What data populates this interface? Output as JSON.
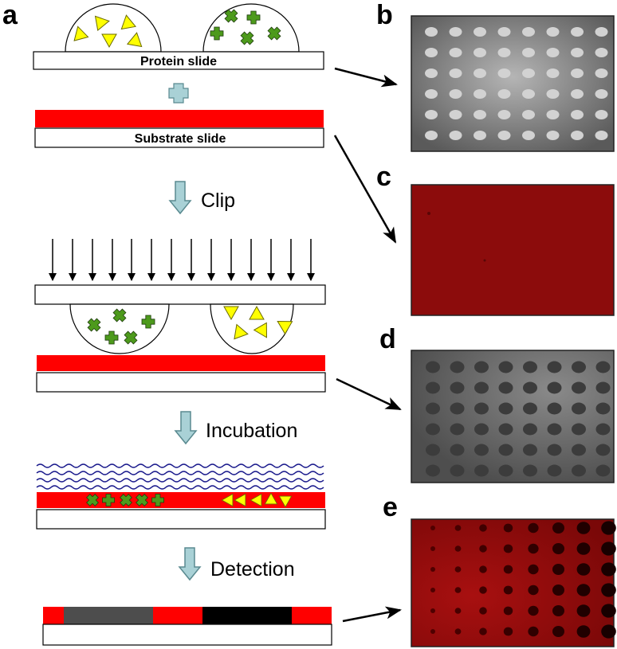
{
  "panels": {
    "a": "a",
    "b": "b",
    "c": "c",
    "d": "d",
    "e": "e"
  },
  "slides": {
    "protein": "Protein slide",
    "substrate": "Substrate slide"
  },
  "steps": {
    "clip": "Clip",
    "incubation": "Incubation",
    "detection": "Detection"
  },
  "colors": {
    "substrate_red": "#ff0000",
    "arrow_blue": "#a9d1d6",
    "triangle_yellow": "#ffff00",
    "cross_green": "#4d9a1c",
    "wave_blue": "#1a1a8c",
    "dark_gray": "#4d4d4d",
    "panel_red": "#8f0a0a"
  }
}
